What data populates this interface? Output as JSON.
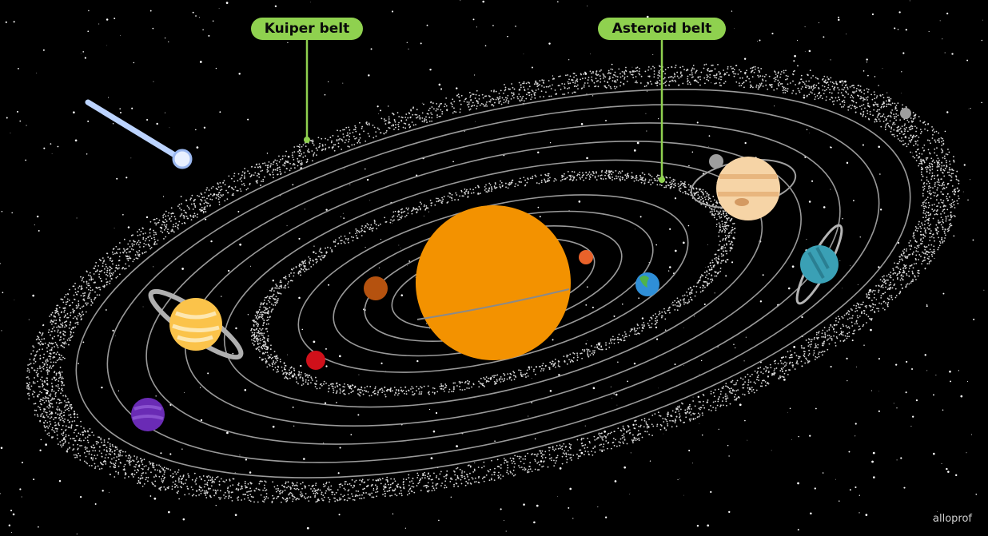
{
  "labels": {
    "kuiper_belt": "Kuiper belt",
    "asteroid_belt": "Asteroid belt"
  },
  "logo": "alloprof",
  "colors": {
    "label_bg": "#8fd14f",
    "sun": "#f39200",
    "orbit": "#9a9a9a",
    "belt_dots": "#d9d9d9"
  }
}
